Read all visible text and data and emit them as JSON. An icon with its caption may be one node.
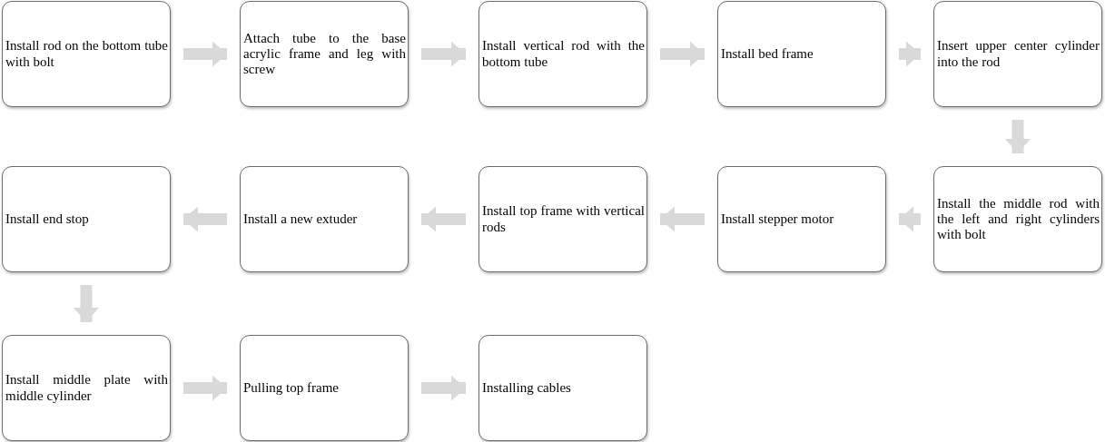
{
  "diagram": {
    "nodes": [
      {
        "text": [
          "Install rod on the bottom tube with bolt"
        ]
      },
      {
        "text": [
          "Attach tube to the base acrylic frame and leg with screw"
        ]
      },
      {
        "text": [
          "Install vertical rod with the bottom tube"
        ]
      },
      {
        "text": [
          "Install bed frame"
        ]
      },
      {
        "text": [
          "Insert upper center cylinder into the rod"
        ]
      },
      {
        "text": [
          "Install end stop"
        ]
      },
      {
        "text": [
          "Install a new extuder"
        ]
      },
      {
        "text": [
          "Install top frame with vertical rods"
        ]
      },
      {
        "text": [
          "Install stepper motor"
        ]
      },
      {
        "text": [
          "Install the middle rod with the left and right cylinders with bolt"
        ]
      },
      {
        "text": [
          "Install middle plate with middle cylinder"
        ]
      },
      {
        "text": [
          "Pulling top frame"
        ]
      },
      {
        "text": [
          "Installing cables"
        ]
      }
    ],
    "edges": [
      {
        "from": 0,
        "to": 1,
        "arrow": "to"
      },
      {
        "from": 1,
        "to": 2,
        "arrow": "to"
      },
      {
        "from": 2,
        "to": 3,
        "arrow": "to"
      },
      {
        "from": 3,
        "to": 4,
        "arrow": "to"
      },
      {
        "from": 4,
        "to": 9,
        "arrow": "to"
      },
      {
        "from": 9,
        "to": 8,
        "arrow": "to"
      },
      {
        "from": 8,
        "to": 7,
        "arrow": "to"
      },
      {
        "from": 7,
        "to": 6,
        "arrow": "to"
      },
      {
        "from": 6,
        "to": 5,
        "arrow": "to"
      },
      {
        "from": 5,
        "to": 10,
        "arrow": "to"
      },
      {
        "from": 10,
        "to": 11,
        "arrow": "to"
      },
      {
        "from": 11,
        "to": 12,
        "arrow": "to"
      }
    ]
  }
}
